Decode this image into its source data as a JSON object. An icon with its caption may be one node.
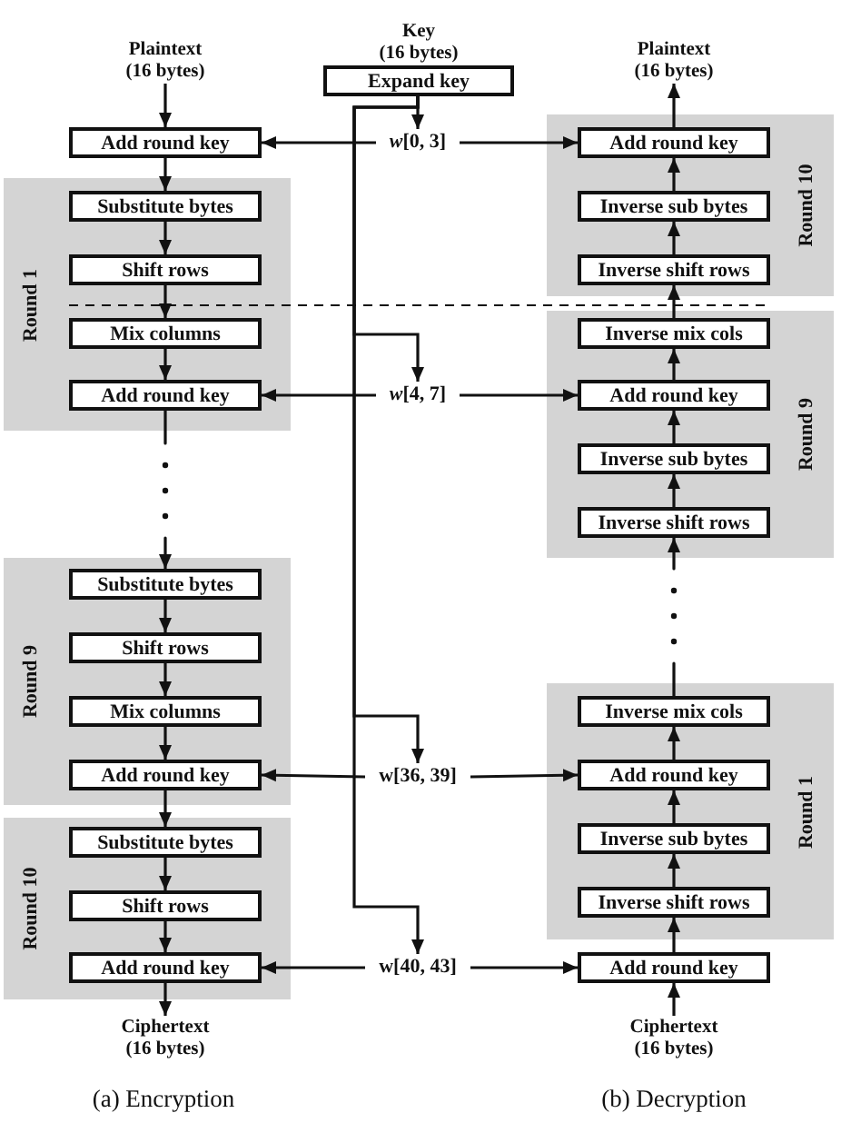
{
  "diagram": {
    "nodes": [
      {
        "text": [
          "Plaintext",
          "(16 bytes)"
        ]
      },
      {
        "text": [
          "Add round key"
        ]
      },
      {
        "text": [
          "Round 1"
        ]
      },
      {
        "text": [
          "Substitute bytes"
        ],
        "in": 2
      },
      {
        "text": [
          "Shift rows"
        ],
        "in": 2
      },
      {
        "text": [
          "Mix columns"
        ],
        "in": 2
      },
      {
        "text": [
          "Add round key"
        ],
        "in": 2
      },
      {
        "text": [
          "Round 9"
        ]
      },
      {
        "text": [
          "Substitute bytes"
        ],
        "in": 7
      },
      {
        "text": [
          "Shift rows"
        ],
        "in": 7
      },
      {
        "text": [
          "Mix columns"
        ],
        "in": 7
      },
      {
        "text": [
          "Add round key"
        ],
        "in": 7
      },
      {
        "text": [
          "Round 10"
        ]
      },
      {
        "text": [
          "Substitute bytes"
        ],
        "in": 12
      },
      {
        "text": [
          "Shift rows"
        ],
        "in": 12
      },
      {
        "text": [
          "Add round key"
        ],
        "in": 12
      },
      {
        "text": [
          "Ciphertext",
          "(16 bytes)"
        ]
      },
      {
        "text": [
          "Key",
          "(16 bytes)",
          "Expand key"
        ]
      },
      {
        "text": [
          "*w*[0, 3]"
        ]
      },
      {
        "text": [
          "*w*[4, 7]"
        ]
      },
      {
        "text": [
          "w[36, 39]"
        ]
      },
      {
        "text": [
          "w[40, 43]"
        ]
      },
      {
        "text": [
          "Plaintext",
          "(16 bytes)"
        ]
      },
      {
        "text": [
          "Round 10"
        ]
      },
      {
        "text": [
          "Add round key"
        ],
        "in": 23
      },
      {
        "text": [
          "Inverse sub bytes"
        ],
        "in": 23
      },
      {
        "text": [
          "Inverse shift rows"
        ],
        "in": 23
      },
      {
        "text": [
          "Round 9"
        ]
      },
      {
        "text": [
          "Inverse mix cols"
        ],
        "in": 27
      },
      {
        "text": [
          "Add round key"
        ],
        "in": 27
      },
      {
        "text": [
          "Inverse sub bytes"
        ],
        "in": 27
      },
      {
        "text": [
          "Inverse shift rows"
        ],
        "in": 27
      },
      {
        "text": [
          "Round 1"
        ]
      },
      {
        "text": [
          "Inverse mix cols"
        ],
        "in": 32
      },
      {
        "text": [
          "Add round key"
        ],
        "in": 32
      },
      {
        "text": [
          "Inverse sub bytes"
        ],
        "in": 32
      },
      {
        "text": [
          "Inverse shift rows"
        ],
        "in": 32
      },
      {
        "text": [
          "Add round key"
        ]
      },
      {
        "text": [
          "Ciphertext",
          "(16 bytes)"
        ]
      }
    ],
    "edges": [
      {
        "from": 0,
        "to": 1,
        "arrow": "to"
      },
      {
        "from": 1,
        "to": 3,
        "arrow": "to"
      },
      {
        "from": 3,
        "to": 4,
        "arrow": "to"
      },
      {
        "from": 4,
        "to": 5,
        "arrow": "to"
      },
      {
        "from": 5,
        "to": 6,
        "arrow": "to"
      },
      {
        "from": 6,
        "to": 8,
        "arrow": "to",
        "style": "dashed"
      },
      {
        "from": 8,
        "to": 9,
        "arrow": "to"
      },
      {
        "from": 9,
        "to": 10,
        "arrow": "to"
      },
      {
        "from": 10,
        "to": 11,
        "arrow": "to"
      },
      {
        "from": 11,
        "to": 13,
        "arrow": "to"
      },
      {
        "from": 13,
        "to": 14,
        "arrow": "to"
      },
      {
        "from": 14,
        "to": 15,
        "arrow": "to"
      },
      {
        "from": 15,
        "to": 16,
        "arrow": "to"
      },
      {
        "from": 17,
        "to": 18,
        "arrow": "to"
      },
      {
        "from": 17,
        "to": 19,
        "arrow": "to"
      },
      {
        "from": 17,
        "to": 20,
        "arrow": "to"
      },
      {
        "from": 17,
        "to": 21,
        "arrow": "to"
      },
      {
        "from": 18,
        "to": 1,
        "arrow": "to"
      },
      {
        "from": 18,
        "to": 24,
        "arrow": "to"
      },
      {
        "from": 19,
        "to": 6,
        "arrow": "to"
      },
      {
        "from": 19,
        "to": 29,
        "arrow": "to"
      },
      {
        "from": 20,
        "to": 11,
        "arrow": "to"
      },
      {
        "from": 20,
        "to": 34,
        "arrow": "to"
      },
      {
        "from": 21,
        "to": 15,
        "arrow": "to"
      },
      {
        "from": 21,
        "to": 37,
        "arrow": "to"
      },
      {
        "from": 38,
        "to": 37,
        "arrow": "to"
      },
      {
        "from": 37,
        "to": 36,
        "arrow": "to"
      },
      {
        "from": 36,
        "to": 35,
        "arrow": "to"
      },
      {
        "from": 35,
        "to": 34,
        "arrow": "to"
      },
      {
        "from": 34,
        "to": 33,
        "arrow": "to"
      },
      {
        "from": 33,
        "to": 31,
        "arrow": "to",
        "style": "dashed"
      },
      {
        "from": 31,
        "to": 30,
        "arrow": "to"
      },
      {
        "from": 30,
        "to": 29,
        "arrow": "to"
      },
      {
        "from": 29,
        "to": 28,
        "arrow": "to"
      },
      {
        "from": 28,
        "to": 26,
        "arrow": "to"
      },
      {
        "from": 26,
        "to": 25,
        "arrow": "to"
      },
      {
        "from": 25,
        "to": 24,
        "arrow": "to"
      },
      {
        "from": 24,
        "to": 22,
        "arrow": "to"
      }
    ],
    "labels": [
      "(a) Encryption",
      "(b) Decryption"
    ]
  }
}
